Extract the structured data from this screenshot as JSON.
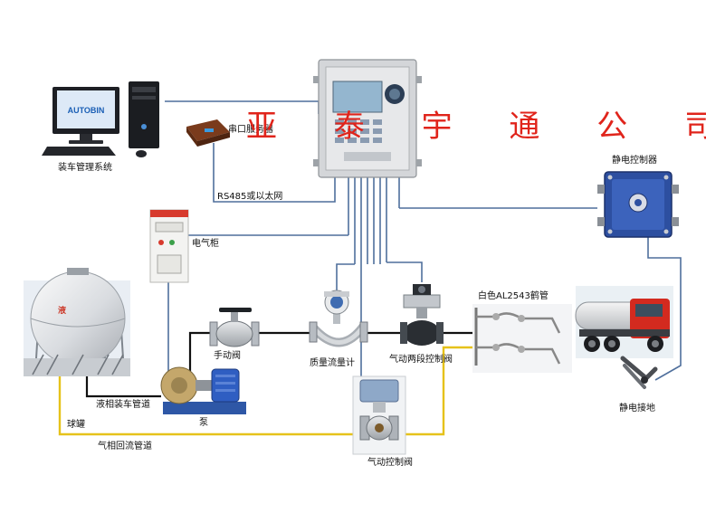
{
  "watermark": "亚 泰 宇 通 公 司",
  "labels": {
    "loading_system": "装车管理系统",
    "serial_device": "串口服务器",
    "rs485": "RS485或以太网",
    "electric_cabinet": "电气柜",
    "static_controller": "静电控制器",
    "manual_valve": "手动阀",
    "mass_flowmeter": "质量流量计",
    "two_stage_valve": "气动两段控制阀",
    "loading_arm": "白色AL2543鹤管",
    "liquid_pipe": "液相装车管道",
    "pump": "泵",
    "ball_tank": "球罐",
    "gas_return_pipe": "气相回流管道",
    "pneumatic_valve": "气动控制阀",
    "static_ground": "静电接地"
  },
  "monitor_logo": "AUTOBIN",
  "colors": {
    "signal_line": "#4f6f9c",
    "liquid_pipe": "#111111",
    "gas_pipe": "#e6c21a",
    "watermark": "#e0241b",
    "controller_blue": "#2d4fa0"
  }
}
